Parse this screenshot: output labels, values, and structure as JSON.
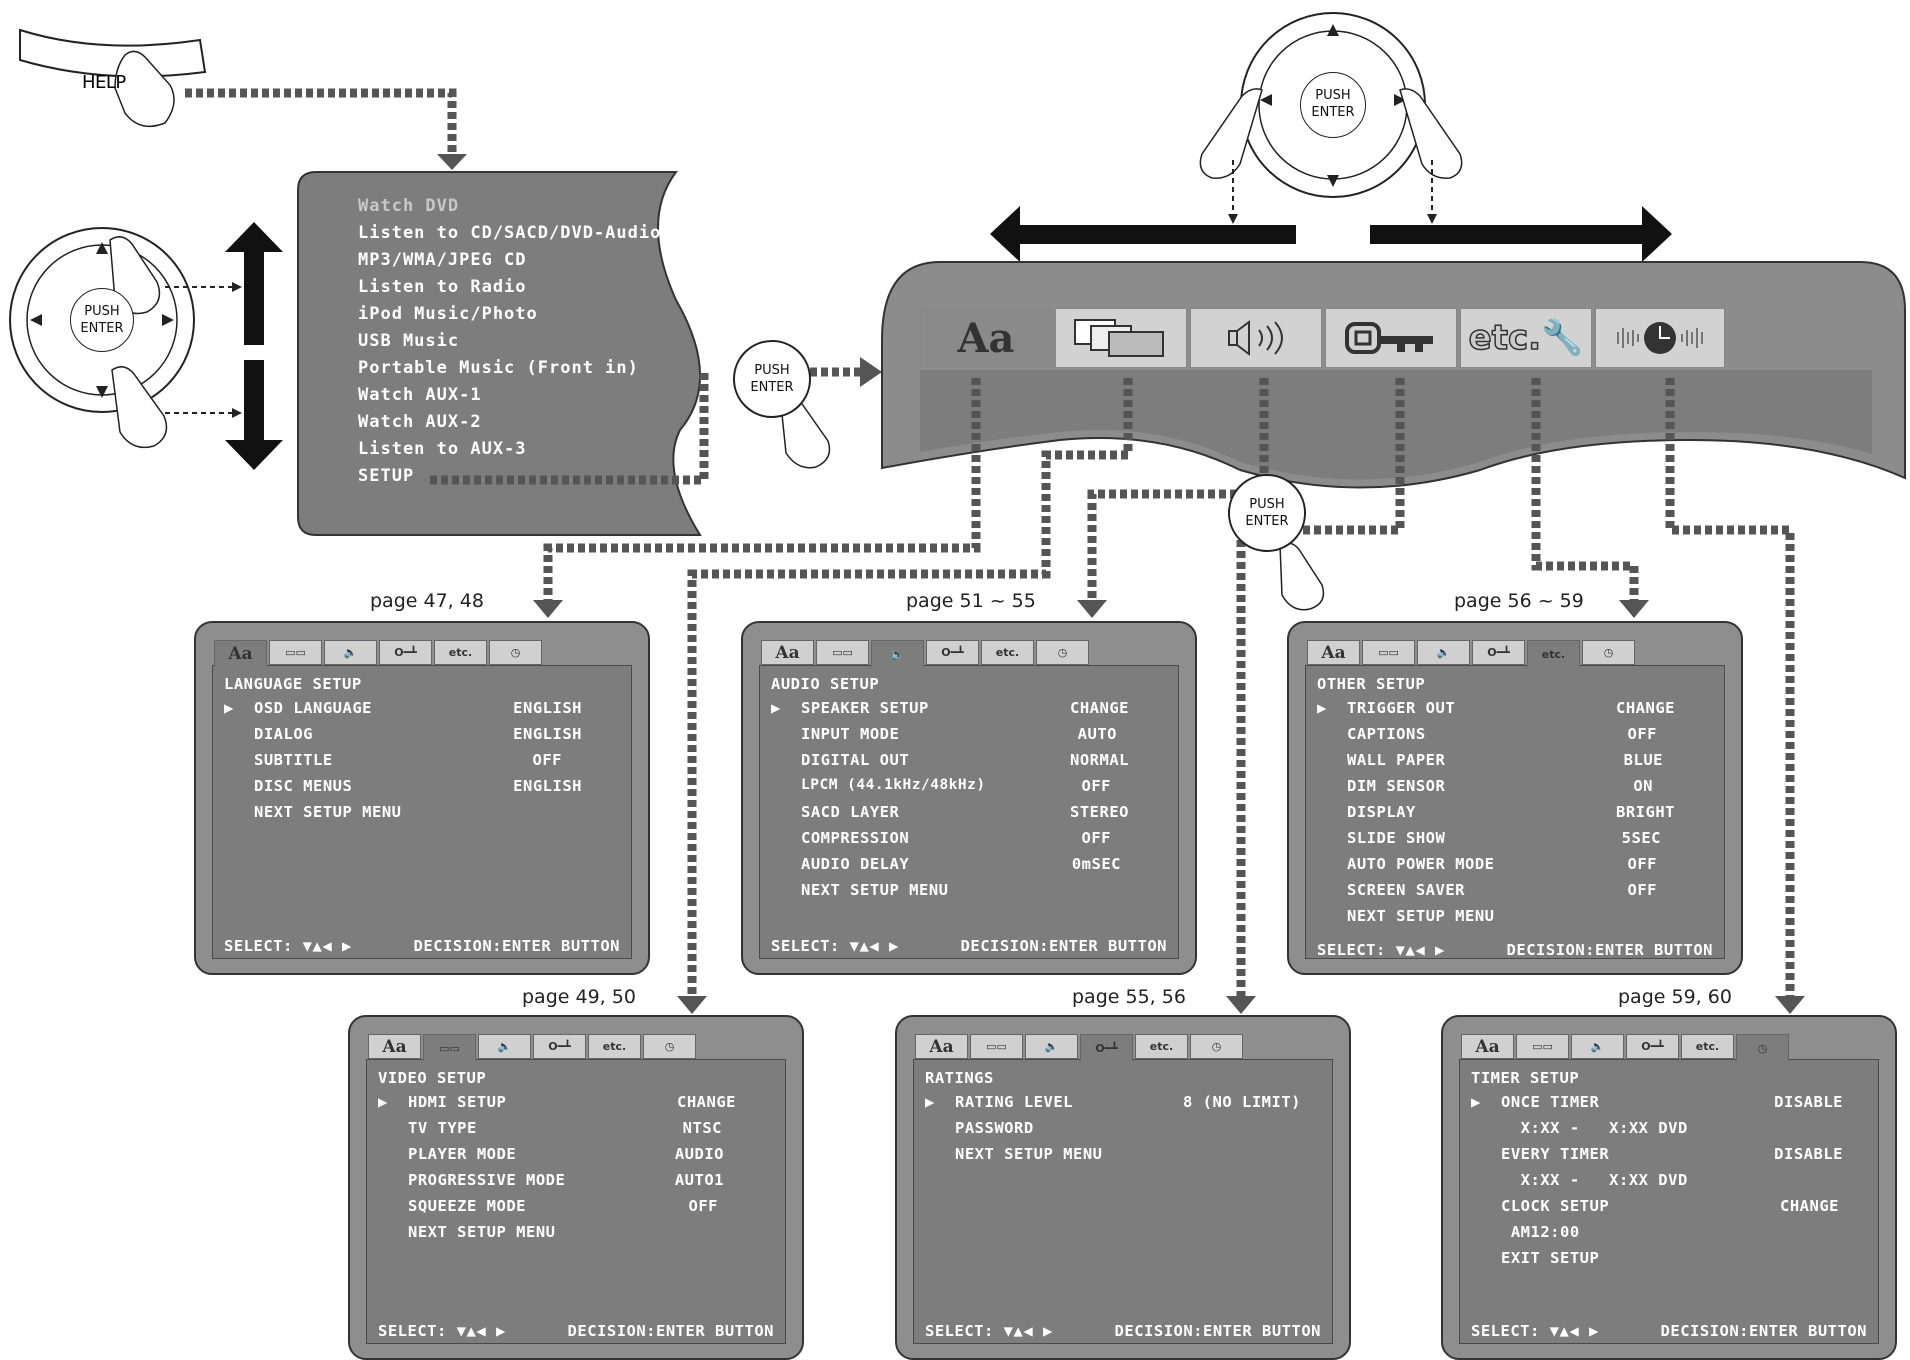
{
  "help": {
    "label": "HELP"
  },
  "push_enter": {
    "line1": "PUSH",
    "line2": "ENTER"
  },
  "source_menu": {
    "items": [
      "Watch DVD",
      "Listen to CD/SACD/DVD-Audio",
      "MP3/WMA/JPEG CD",
      "Listen to Radio",
      "iPod Music/Photo",
      "USB Music",
      "Portable Music (Front in)",
      "Watch AUX-1",
      "Watch AUX-2",
      "Listen to AUX-3",
      "SETUP"
    ]
  },
  "setup_tabs": [
    "Aa",
    "video",
    "audio",
    "key",
    "etc.",
    "timer"
  ],
  "pages": {
    "language": "page 47, 48",
    "audio": "page 51 ~ 55",
    "other": "page 56 ~ 59",
    "video": "page 49, 50",
    "ratings": "page 55, 56",
    "timer": "page 59, 60"
  },
  "footer": {
    "select": "SELECT: ▼▲◀ ▶",
    "decision": "DECISION:ENTER BUTTON"
  },
  "language_setup": {
    "title": "LANGUAGE SETUP",
    "rows": [
      {
        "label": "OSD LANGUAGE",
        "value": "ENGLISH"
      },
      {
        "label": "DIALOG",
        "value": "ENGLISH"
      },
      {
        "label": "SUBTITLE",
        "value": "OFF"
      },
      {
        "label": "DISC MENUS",
        "value": "ENGLISH"
      },
      {
        "label": "NEXT SETUP MENU",
        "value": ""
      }
    ]
  },
  "audio_setup": {
    "title": "AUDIO SETUP",
    "rows": [
      {
        "label": "SPEAKER SETUP",
        "value": "CHANGE"
      },
      {
        "label": "INPUT MODE",
        "value": "AUTO"
      },
      {
        "label": "DIGITAL OUT",
        "value": "NORMAL"
      },
      {
        "label": "LPCM (44.1kHz/48kHz)",
        "value": "OFF"
      },
      {
        "label": "SACD LAYER",
        "value": "STEREO"
      },
      {
        "label": "COMPRESSION",
        "value": "OFF"
      },
      {
        "label": "AUDIO DELAY",
        "value": "0mSEC"
      },
      {
        "label": "NEXT SETUP MENU",
        "value": ""
      }
    ]
  },
  "other_setup": {
    "title": "OTHER SETUP",
    "rows": [
      {
        "label": "TRIGGER OUT",
        "value": "CHANGE"
      },
      {
        "label": "CAPTIONS",
        "value": "OFF"
      },
      {
        "label": "WALL PAPER",
        "value": "BLUE"
      },
      {
        "label": "DIM SENSOR",
        "value": "ON"
      },
      {
        "label": "DISPLAY",
        "value": "BRIGHT"
      },
      {
        "label": "SLIDE SHOW",
        "value": "5SEC"
      },
      {
        "label": "AUTO POWER MODE",
        "value": "OFF"
      },
      {
        "label": "SCREEN SAVER",
        "value": "OFF"
      },
      {
        "label": "NEXT SETUP MENU",
        "value": ""
      }
    ]
  },
  "video_setup": {
    "title": "VIDEO SETUP",
    "rows": [
      {
        "label": "HDMI SETUP",
        "value": "CHANGE"
      },
      {
        "label": "TV TYPE",
        "value": "NTSC"
      },
      {
        "label": "PLAYER MODE",
        "value": "AUDIO"
      },
      {
        "label": "PROGRESSIVE MODE",
        "value": "AUTO1"
      },
      {
        "label": "SQUEEZE MODE",
        "value": "OFF"
      },
      {
        "label": "NEXT SETUP MENU",
        "value": ""
      }
    ]
  },
  "ratings": {
    "title": "RATINGS",
    "rows": [
      {
        "label": "RATING LEVEL",
        "value": "8 (NO LIMIT)"
      },
      {
        "label": "PASSWORD",
        "value": ""
      },
      {
        "label": "NEXT SETUP MENU",
        "value": ""
      }
    ]
  },
  "timer_setup": {
    "title": "TIMER SETUP",
    "rows": [
      {
        "label": "ONCE TIMER",
        "value": "DISABLE"
      },
      {
        "label": "  X:XX -   X:XX DVD",
        "value": ""
      },
      {
        "label": "EVERY TIMER",
        "value": "DISABLE"
      },
      {
        "label": "  X:XX -   X:XX DVD",
        "value": ""
      },
      {
        "label": "CLOCK SETUP",
        "value": "CHANGE"
      },
      {
        "label": " AM12:00",
        "value": ""
      },
      {
        "label": "EXIT SETUP",
        "value": ""
      }
    ]
  },
  "cursor": "▶"
}
